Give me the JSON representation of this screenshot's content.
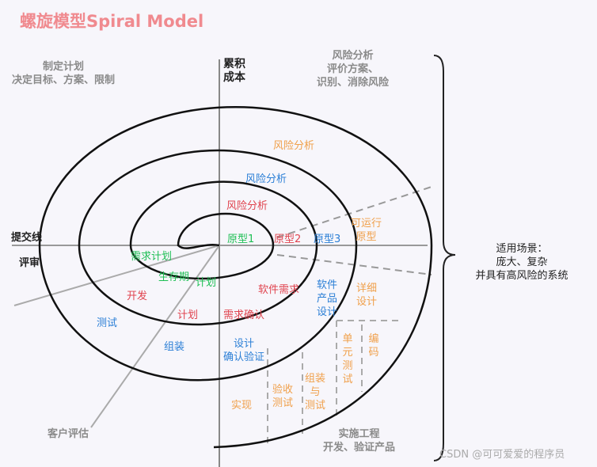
{
  "title": "螺旋模型Spiral Model",
  "quadrants": {
    "plan": "制定计划\n决定目标、方案、限制",
    "risk": "风险分析\n评价方案、\n识别、消除风险",
    "eval": "客户评估",
    "engineer": "实施工程\n开发、验证产品"
  },
  "axis": {
    "cost": "累积\n成本",
    "commit": "提交线",
    "review": "评审"
  },
  "labels": {
    "risk1": "风险分析",
    "risk2": "风险分析",
    "risk3": "风险分析",
    "proto1": "原型1",
    "proto2": "原型2",
    "proto3": "原型3",
    "proto4": "可运行\n原型",
    "req_plan": "需求计划",
    "lifecycle": "生存期",
    "plan_suffix": "计划",
    "dev": "开发",
    "plan": "计划",
    "test": "测试",
    "assemble": "组装",
    "sw_req": "软件需求",
    "req_confirm": "需求确认",
    "sw_design": "软件\n产品\n设计",
    "design_verify": "设计\n确认验证",
    "detail_design": "详细\n设计",
    "unit_test": "单元测试",
    "coding": "编码",
    "assemble_test": "组装\n与\n测试",
    "accept_test": "验收\n测试",
    "implement": "实现"
  },
  "scenario": "适用场景：\n庞大、复杂\n并具有高风险的系统",
  "watermark": "CSDN @可可爱爱的程序员"
}
